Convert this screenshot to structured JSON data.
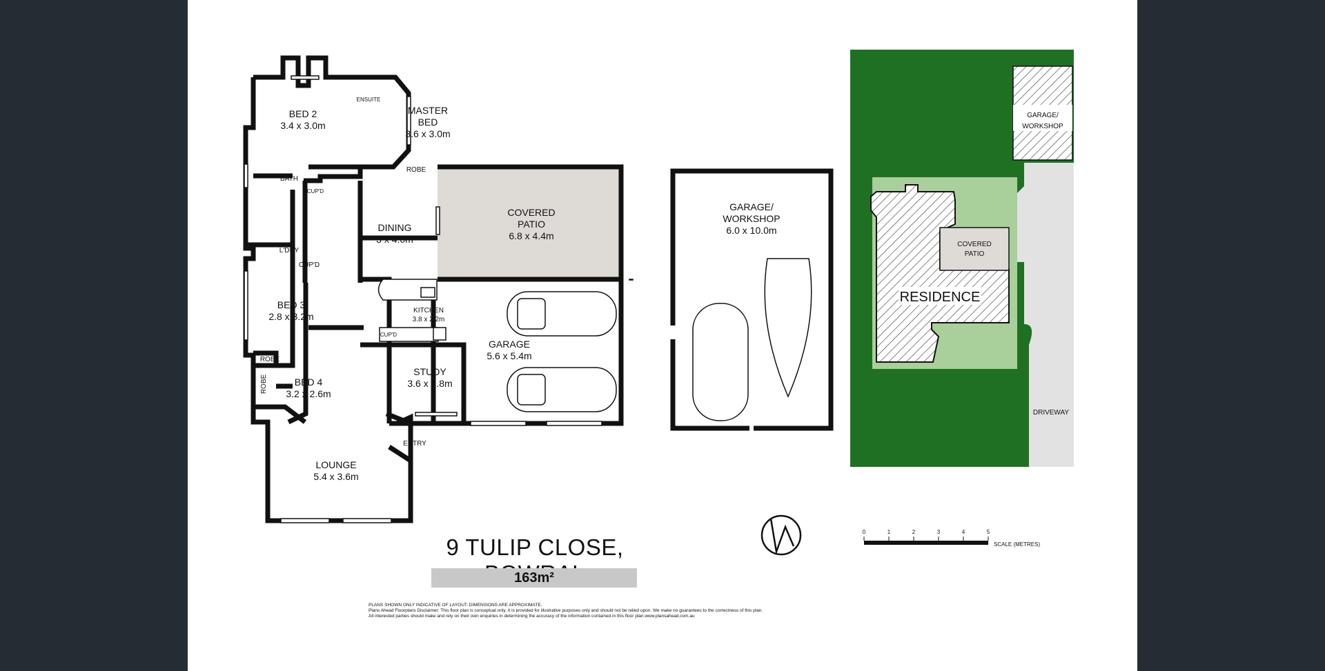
{
  "plan": {
    "address": "9 TULIP CLOSE, BOWRAL",
    "area": "163m²",
    "rooms": {
      "bed2": {
        "name": "BED 2",
        "size": "3.4 x 3.0m"
      },
      "master": {
        "name1": "MASTER",
        "name2": "BED",
        "size": "3.6 x 3.0m"
      },
      "ensuite": {
        "name": "ENSUITE"
      },
      "robe_master": {
        "name": "ROBE"
      },
      "bath": {
        "name": "BATH"
      },
      "cupd_bath": {
        "name": "CUP'D"
      },
      "ldry": {
        "name": "L'DRY"
      },
      "cupd_ldry": {
        "name": "CUP'D"
      },
      "dining": {
        "name": "DINING",
        "size": "3 x 4.0m"
      },
      "patio": {
        "name1": "COVERED",
        "name2": "PATIO",
        "size": "6.8 x 4.4m"
      },
      "kitchen": {
        "name": "KITCHEN",
        "size": "3.8 x 2.2m"
      },
      "cupd_kitchen": {
        "name": "CUP'D"
      },
      "bed3": {
        "name": "BED 3",
        "size": "2.8 x 3.2m"
      },
      "robe_bed3": {
        "name": "ROBE"
      },
      "robe_bed4": {
        "name": "ROBE"
      },
      "bed4": {
        "name": "BED 4",
        "size": "3.2 x 2.6m"
      },
      "study": {
        "name": "STUDY",
        "size": "3.6 x 2.8m"
      },
      "garage": {
        "name": "GARAGE",
        "size": "5.6 x 5.4m"
      },
      "entry": {
        "name": "ENTRY"
      },
      "lounge": {
        "name": "LOUNGE",
        "size": "5.4 x 3.6m"
      }
    },
    "workshop": {
      "name1": "GARAGE/",
      "name2": "WORKSHOP",
      "size": "6.0 x 10.0m"
    },
    "site": {
      "garage1": "GARAGE/",
      "garage2": "WORKSHOP",
      "patio1": "COVERED",
      "patio2": "PATIO",
      "residence": "RESIDENCE",
      "driveway": "DRIVEWAY"
    },
    "scale": {
      "ticks": [
        "0",
        "1",
        "2",
        "3",
        "4",
        "5"
      ],
      "label": "SCALE (METRES)"
    },
    "compass": {
      "icon": "north-arrow-icon"
    },
    "disclaimer": [
      "PLANS SHOWN ONLY INDICATIVE OF LAYOUT.  DIMENSIONS ARE APPROXIMATE.",
      "Plans Ahead Floorplans Disclaimer: This floor plan is conceptual only.  It is provided for illustrative purposes only and should not be relied upon.  We make no guarantees to the correctness of this plan.",
      "All interested parties should make and rely on their own enquiries in determining the accuracy of the information contained in this floor plan.www.plansahead.com.au"
    ],
    "colors": {
      "viewer_bg": "#262c33",
      "sheet": "#ffffff",
      "wall": "#111111",
      "patio_fill": "#dedad6",
      "lawn": "#207024",
      "lawn_light": "#a9cf9a",
      "driveway": "#e2e2e2",
      "area_bar": "#c8c8c8"
    }
  }
}
